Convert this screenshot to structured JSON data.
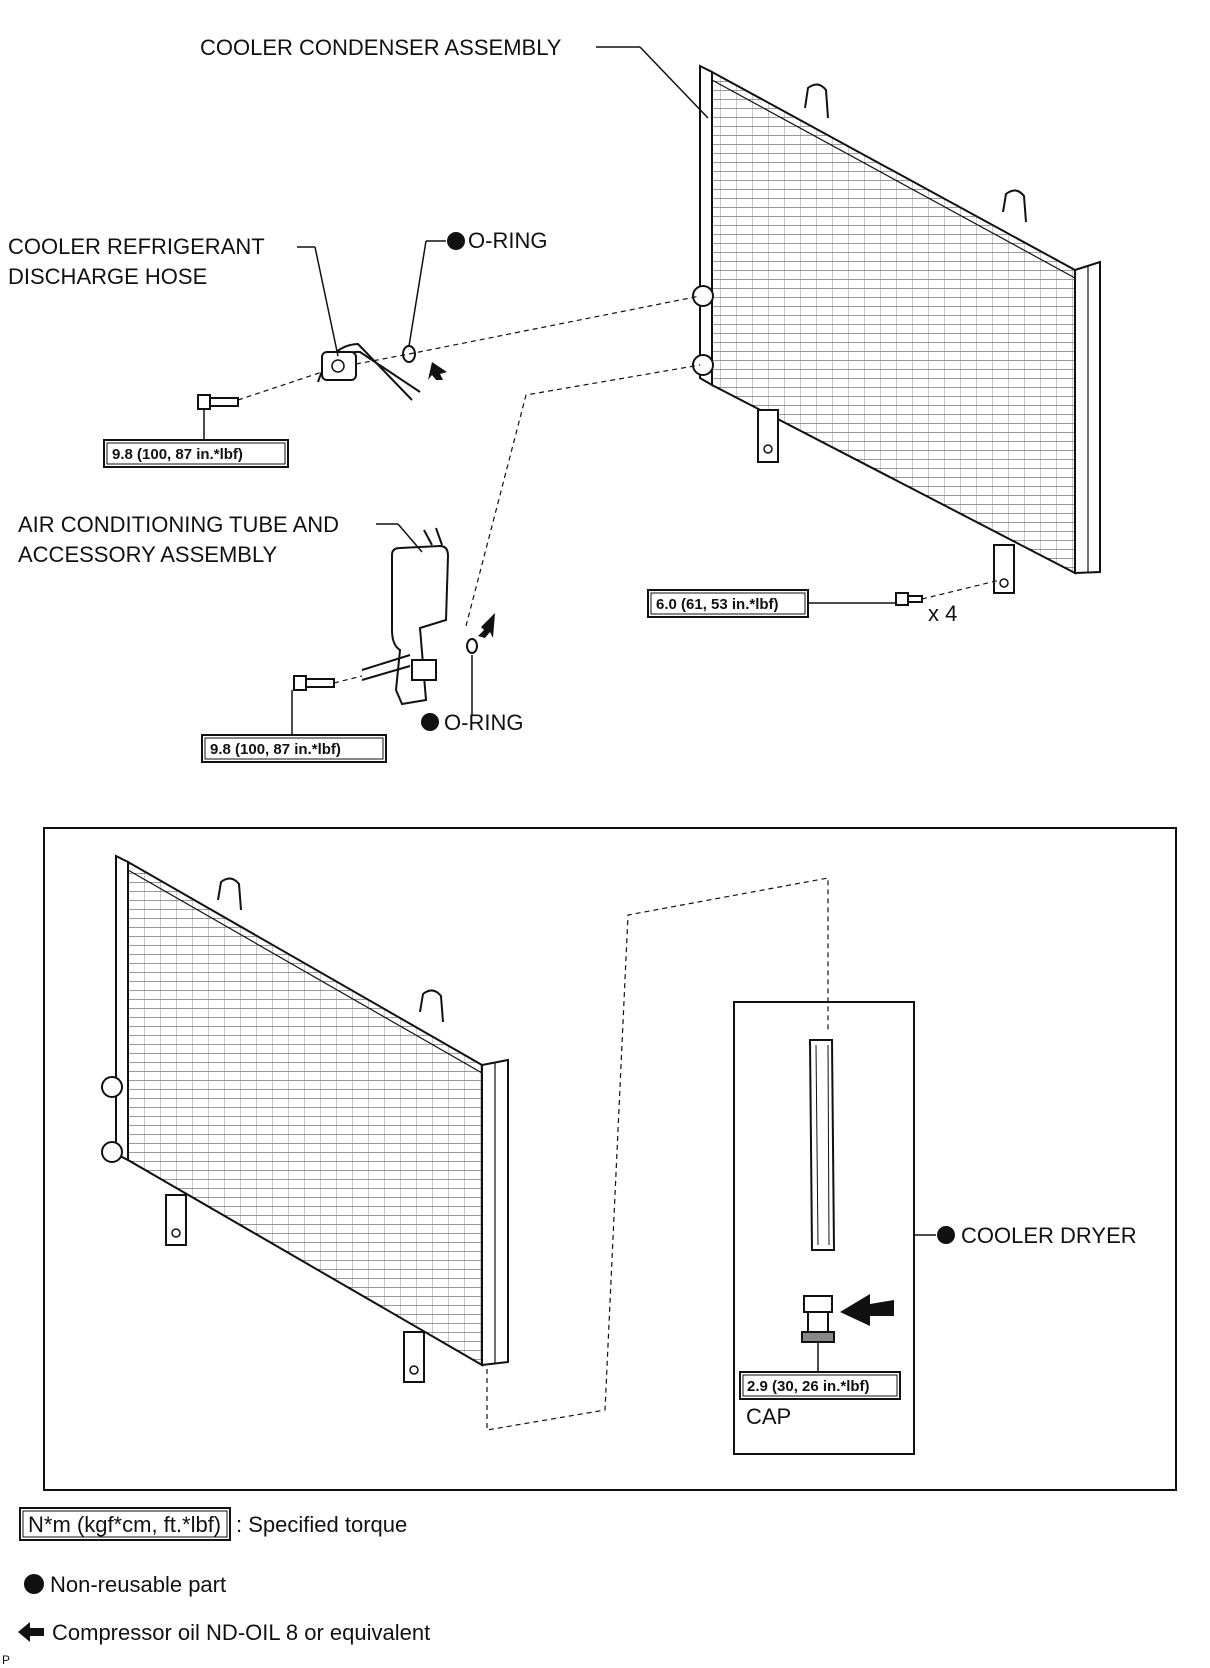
{
  "labels": {
    "condenser": "COOLER CONDENSER ASSEMBLY",
    "discharge_hose_1": "COOLER REFRIGERANT",
    "discharge_hose_2": "DISCHARGE HOSE",
    "oring_top": "O-RING",
    "ac_tube_1": "AIR CONDITIONING TUBE AND",
    "ac_tube_2": "ACCESSORY ASSEMBLY",
    "oring_bottom": "O-RING",
    "x4": "x 4",
    "cooler_dryer": "COOLER DRYER",
    "cap": "CAP"
  },
  "torques": {
    "hose_bolt": "9.8 (100, 87 in.*lbf)",
    "tube_bolt": "9.8 (100, 87 in.*lbf)",
    "condenser_bolts": "6.0 (61, 53 in.*lbf)",
    "cap": "2.9 (30, 26 in.*lbf)"
  },
  "legend": {
    "torque_box": "N*m (kgf*cm, ft.*lbf)",
    "torque_text": ": Specified torque",
    "nonreusable": "Non-reusable part",
    "oil": "Compressor oil ND-OIL 8 or equivalent"
  },
  "corner_mark": "P"
}
